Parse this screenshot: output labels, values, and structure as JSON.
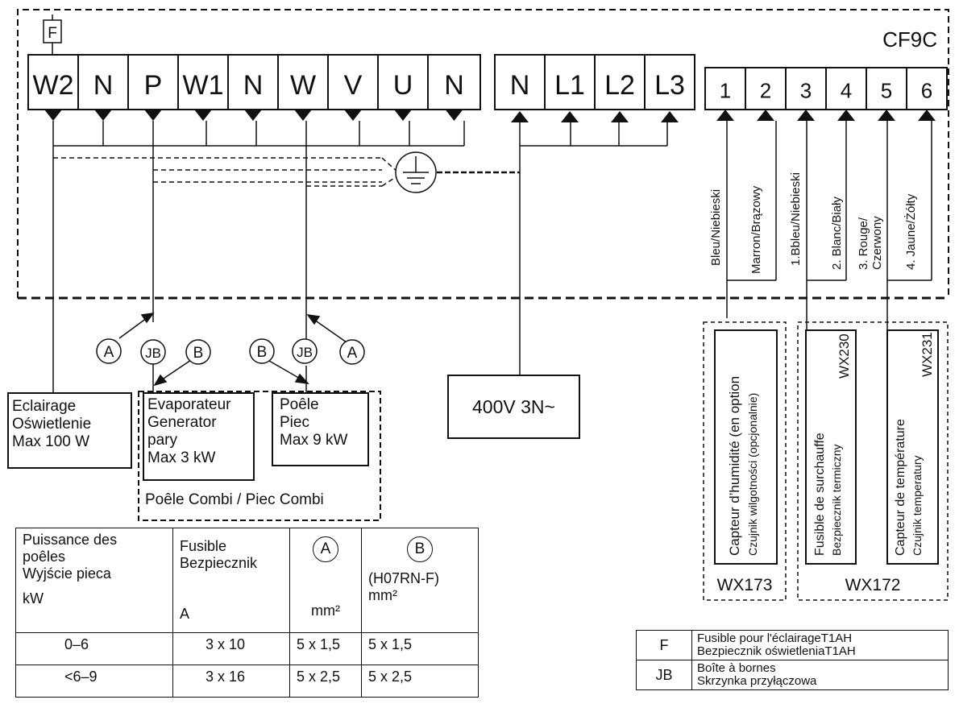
{
  "model": "CF9C",
  "fuse_symbol": "F",
  "terminals_main": [
    "W2",
    "N",
    "P",
    "W1",
    "N",
    "W",
    "V",
    "U",
    "N"
  ],
  "terminals_supply": [
    "N",
    "L1",
    "L2",
    "L3"
  ],
  "terminals_sensor": [
    "1",
    "2",
    "3",
    "4",
    "5",
    "6"
  ],
  "wires": {
    "w1": "Bleu/Niebieski",
    "w2": "Marron/Brązowy",
    "w3": "1.Bbleu/Niebieski",
    "w4": "2. Blanc/Biały",
    "w5a": "3. Rouge/",
    "w5b": "Czerwony",
    "w6": "4. Jaune/Żółty"
  },
  "markers": {
    "a": "A",
    "b": "B",
    "jb": "JB"
  },
  "loads": {
    "lighting": [
      "Eclairage",
      "Oświetlenie",
      "Max 100 W"
    ],
    "evaporator": [
      "Evaporateur",
      "Generator",
      "pary",
      "Max 3 kW"
    ],
    "stove": [
      "Poêle",
      "Piec",
      "Max 9 kW"
    ],
    "combi_label": "Poêle Combi / Piec Combi",
    "supply": "400V 3N~"
  },
  "sensors": {
    "humidity": [
      "Capteur d’humidité (en option",
      "Czujnik wilgotności (opcjonalnie)"
    ],
    "humidity_code": "WX173",
    "fuse": [
      "Fusible de surchauffe",
      "Bezpiecznik termiczny"
    ],
    "fuse_code": "WX230",
    "temp": [
      "Capteur de température",
      "Czujnik temperatury"
    ],
    "temp_code": "WX231",
    "group_code": "WX172"
  },
  "cable_table": {
    "headers": {
      "power": [
        "Puissance des",
        "poêles",
        "Wyjście pieca",
        "kW"
      ],
      "fuse": [
        "Fusible",
        "Bezpiecznik",
        "A"
      ],
      "a_circle": "A",
      "a_unit": "mm²",
      "b_circle": "B",
      "b_sub": "(H07RN-F)",
      "b_unit": "mm²"
    },
    "rows": [
      {
        "power": "0–6",
        "fuse": "3 x 10",
        "a": "5 x 1,5",
        "b": "5 x 1,5"
      },
      {
        "power": "<6–9",
        "fuse": "3 x 16",
        "a": "5 x 2,5",
        "b": "5 x 2,5"
      }
    ]
  },
  "legend": [
    {
      "key": "F",
      "lines": [
        "Fusible pour l'éclairageT1AH",
        "Bezpiecznik oświetleniaT1AH"
      ]
    },
    {
      "key": "JB",
      "lines": [
        "Boîte à bornes",
        "Skrzynka przyłączowa"
      ]
    }
  ]
}
